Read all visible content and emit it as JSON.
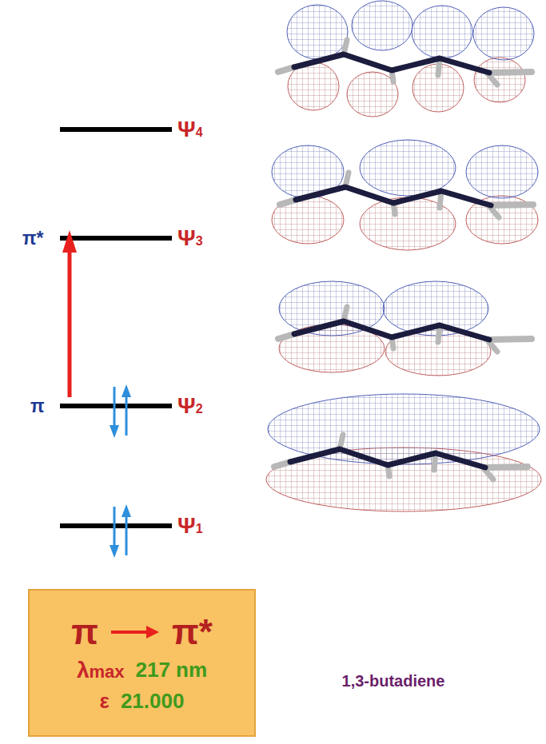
{
  "diagram": {
    "nodes": [
      {
        "text": [
          "π",
          "π*",
          "λmax",
          "217 nm",
          "ε",
          "21.000"
        ]
      }
    ],
    "labels": [
      "Ψ4",
      "π*",
      "Ψ3",
      "π",
      "Ψ2",
      "Ψ1",
      "1,3-butadiene"
    ]
  }
}
